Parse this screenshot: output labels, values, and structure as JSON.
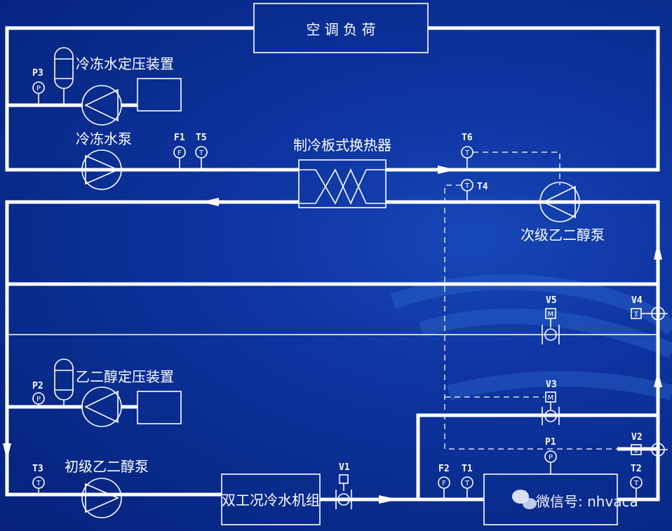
{
  "load_box": "空 调 负 荷",
  "labels": {
    "chw_pressurizer": "冷冻水定压装置",
    "chw_pump": "冷冻水泵",
    "plate_hx": "制冷板式换热器",
    "secondary_glycol_pump": "次级乙二醇泵",
    "glycol_pressurizer": "乙二醇定压装置",
    "primary_glycol_pump": "初级乙二醇泵",
    "chiller": "双工况冷水机组",
    "watermark": "微信号: nhvaca"
  },
  "tags": {
    "P3": "P3",
    "P2": "P2",
    "P1": "P1",
    "F1": "F1",
    "F2": "F2",
    "T1": "T1",
    "T2": "T2",
    "T3": "T3",
    "T4": "T4",
    "T5": "T5",
    "T6": "T6",
    "V1": "V1",
    "V2": "V2",
    "V3": "V3",
    "V4": "V4",
    "V5": "V5"
  },
  "glyphs": {
    "pressure": "P",
    "flow": "F",
    "temp": "T",
    "motor": "M",
    "sigma": "Σ"
  },
  "colors": {
    "background": "#0a2a8e",
    "line": "#ffffff"
  }
}
